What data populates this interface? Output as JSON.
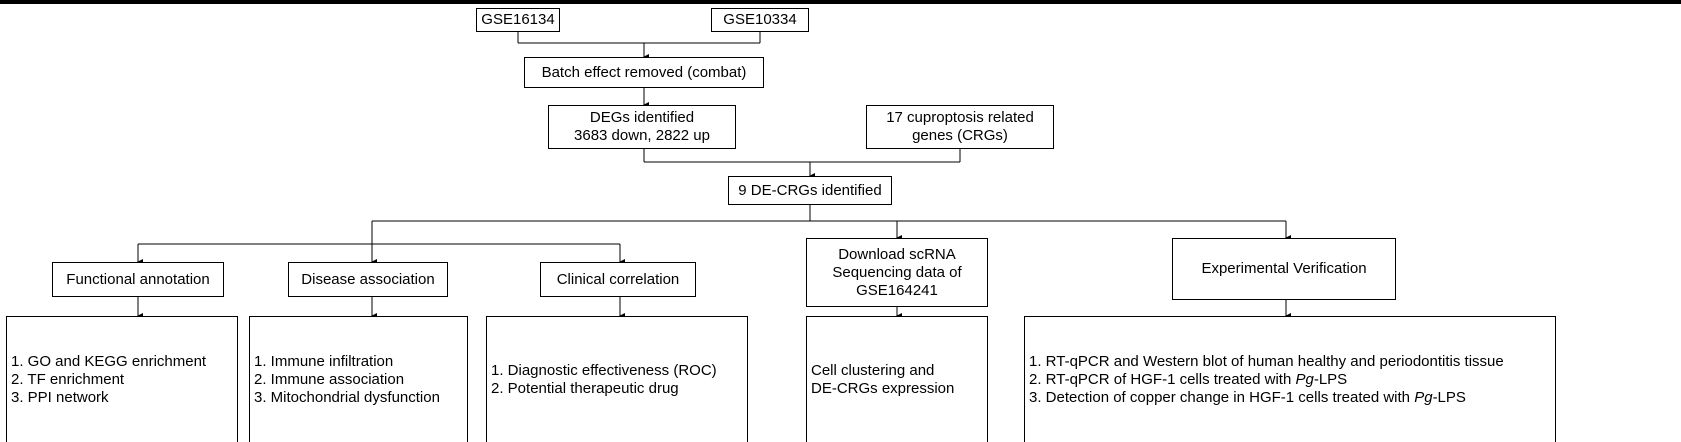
{
  "datasets": {
    "left": "GSE16134",
    "right": "GSE10334"
  },
  "batch": "Batch effect removed (combat)",
  "degs": {
    "line1": "DEGs identified",
    "line2": "3683 down, 2822 up"
  },
  "crgs": {
    "line1": "17 cuproptosis related",
    "line2": "genes (CRGs)"
  },
  "decrgs": "9 DE-CRGs identified",
  "branches": {
    "functional": "Functional annotation",
    "disease": "Disease association",
    "clinical": "Clinical correlation",
    "scrna": {
      "line1": "Download scRNA",
      "line2": "Sequencing data of",
      "line3": "GSE164241"
    },
    "experimental": "Experimental Verification"
  },
  "details": {
    "functional": [
      "1. GO and KEGG enrichment",
      "2. TF enrichment",
      "3. PPI network"
    ],
    "disease": [
      "1. Immune infiltration",
      "2. Immune association",
      "3. Mitochondrial dysfunction"
    ],
    "clinical": [
      "1. Diagnostic effectiveness (ROC)",
      "2. Potential therapeutic drug"
    ],
    "scrna": [
      "Cell clustering and",
      "DE-CRGs expression"
    ],
    "experimental": {
      "item1": "1. RT-qPCR and Western blot of human healthy and periodontitis tissue",
      "item2_pre": "2. RT-qPCR of HGF-1 cells treated with ",
      "item2_italic": "Pg",
      "item2_post": "-LPS",
      "item3_pre": "3. Detection of copper change in HGF-1 cells treated with ",
      "item3_italic": "Pg",
      "item3_post": "-LPS"
    }
  }
}
